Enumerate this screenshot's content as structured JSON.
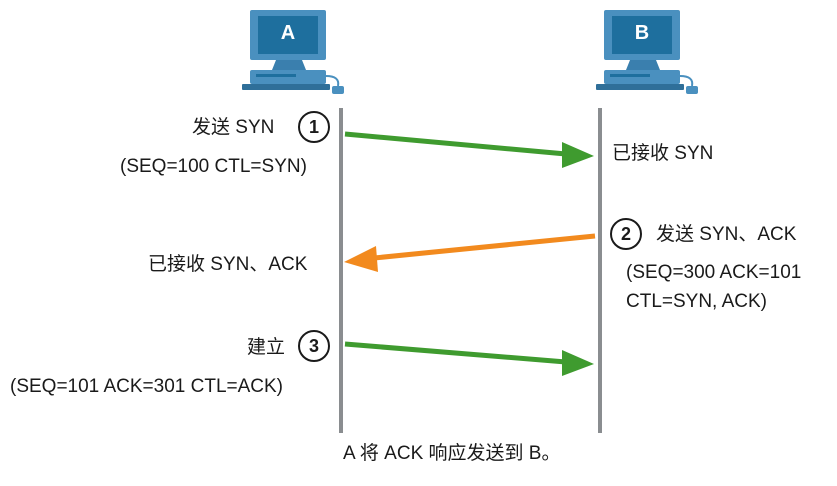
{
  "hosts": {
    "a": "A",
    "b": "B"
  },
  "steps": [
    {
      "number": "1",
      "action": "发送 SYN",
      "detail": "(SEQ=100 CTL=SYN)",
      "receiver": "已接收 SYN",
      "color": "#3f9b2f"
    },
    {
      "number": "2",
      "action": "发送 SYN、ACK",
      "detail_line1": "(SEQ=300 ACK=101",
      "detail_line2": "CTL=SYN, ACK)",
      "receiver": "已接收 SYN、ACK",
      "color": "#f28a1e"
    },
    {
      "number": "3",
      "action": "建立",
      "detail": "(SEQ=101 ACK=301 CTL=ACK)",
      "color": "#3f9b2f"
    }
  ],
  "caption": "A 将 ACK 响应发送到 B。",
  "colors": {
    "monitor": "#4a90bf",
    "screen": "#1e6f9e",
    "timeline": "#8a8d90"
  }
}
